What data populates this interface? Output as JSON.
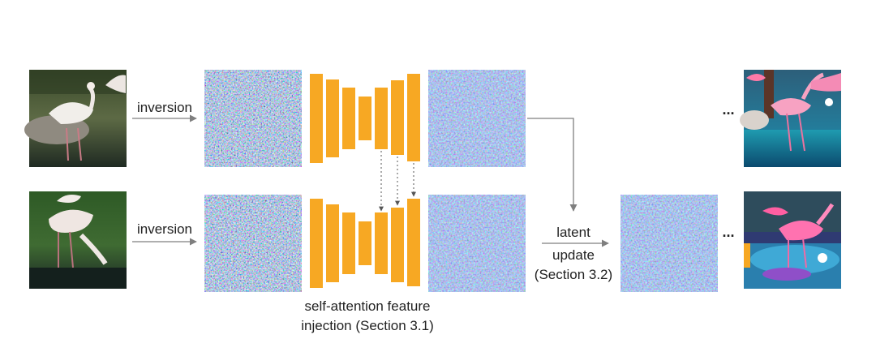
{
  "labels": {
    "inversion_top": "inversion",
    "inversion_bottom": "inversion",
    "latent": "latent",
    "update": "update",
    "latent_section": "(Section 3.2)",
    "self_attention_line1": "self-attention feature",
    "self_attention_line2": "injection (Section 3.1)",
    "ellipsis_top": "...",
    "ellipsis_bottom": "..."
  },
  "colors": {
    "unet": "#f7a823",
    "arrow": "#7f7f7f",
    "text": "#222222"
  },
  "images": {
    "input_top": "flamingo photo",
    "input_bottom": "flamingo photo",
    "noise": "noisy latent",
    "output_top": "stylized flamingo image",
    "output_bottom": "stylized flamingo image"
  }
}
